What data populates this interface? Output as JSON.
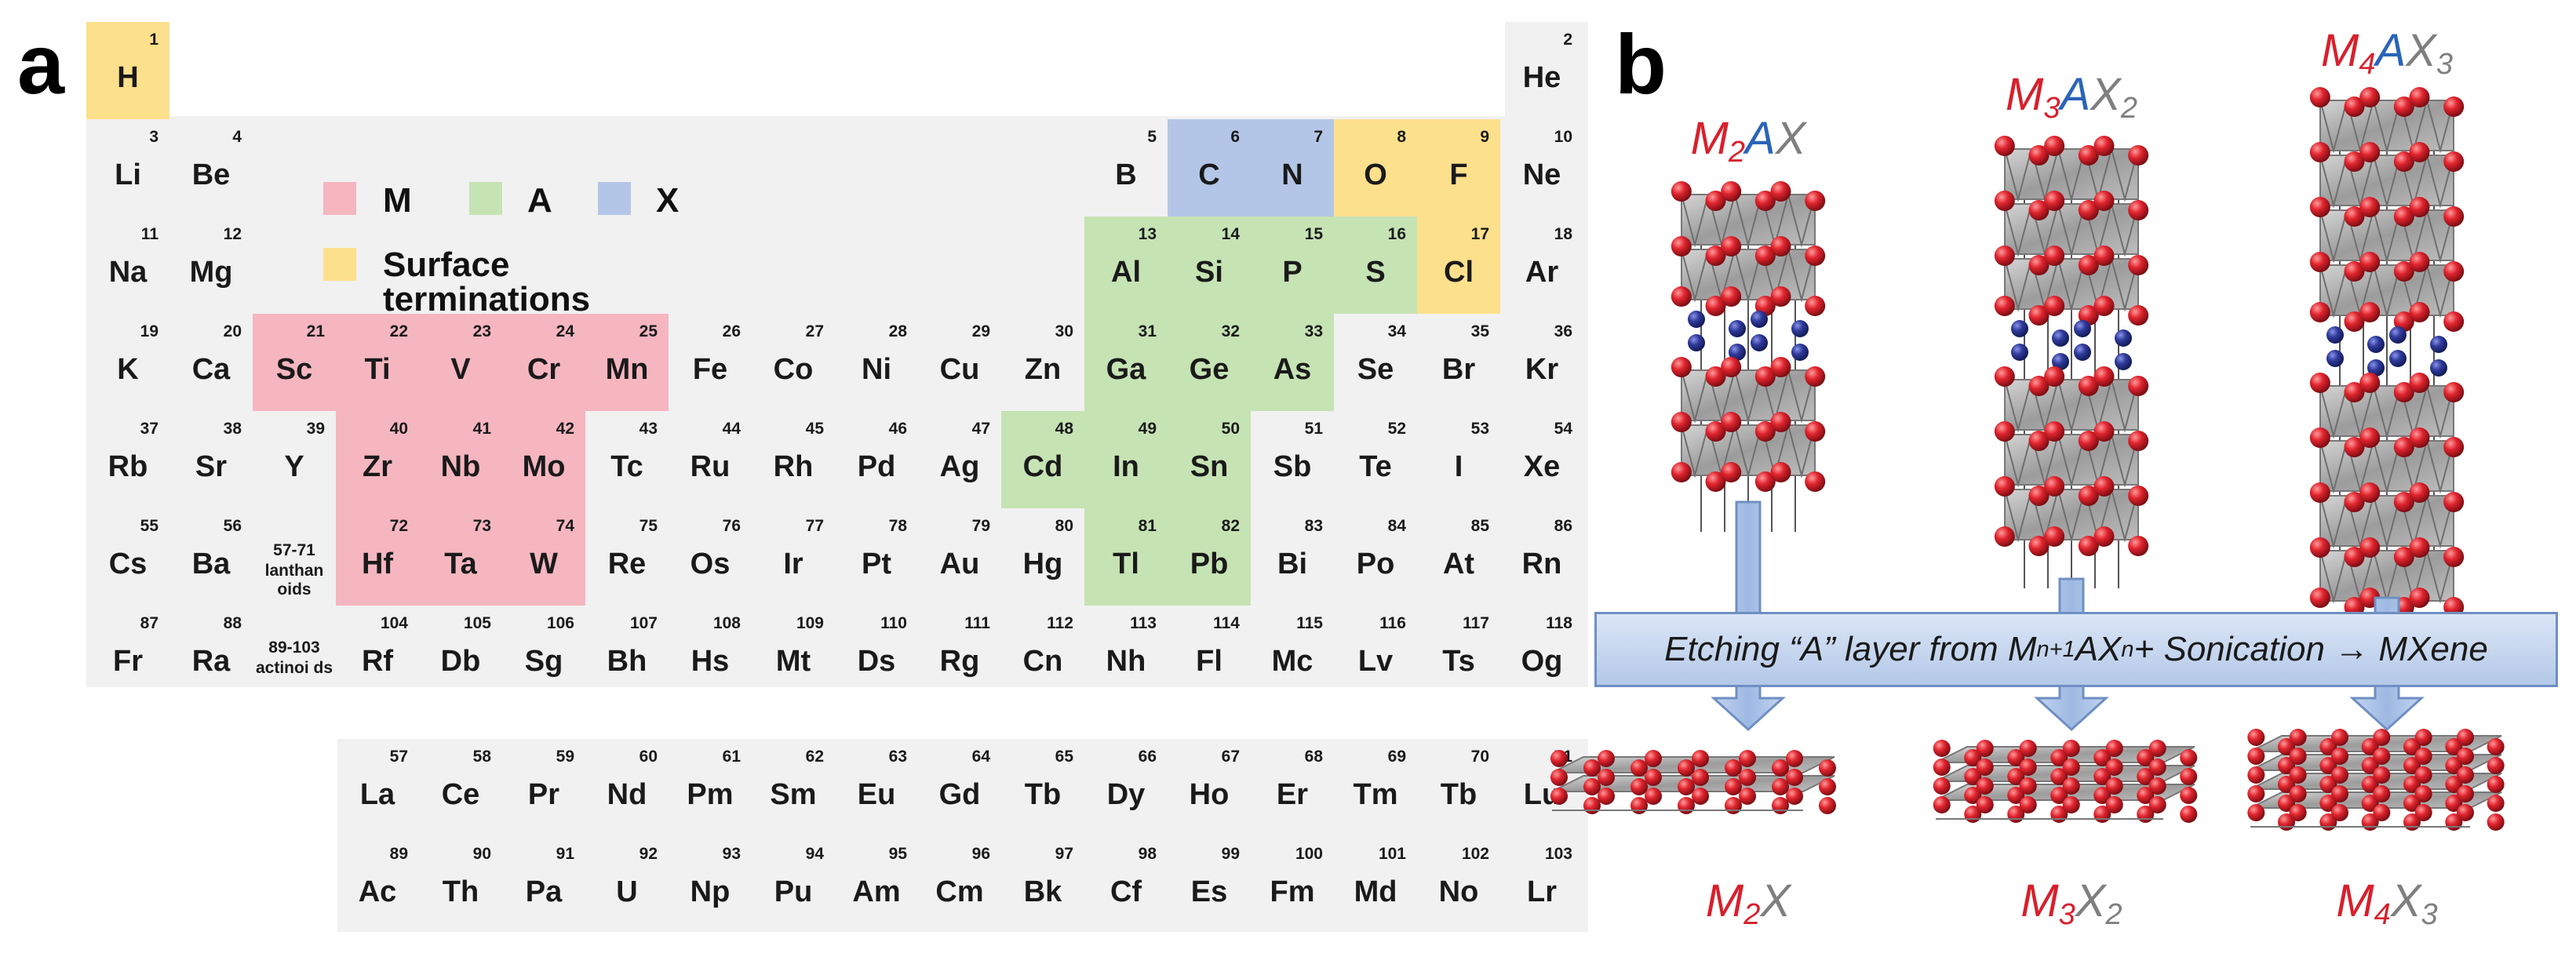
{
  "panels": {
    "a": "a",
    "b": "b"
  },
  "legend": [
    {
      "label": "M",
      "color": "#f5b6c0"
    },
    {
      "label": "A",
      "color": "#c6e3b4"
    },
    {
      "label": "X",
      "color": "#b4c6e7"
    },
    {
      "label": "Surface terminations",
      "color": "#fde08c"
    }
  ],
  "category_colors": {
    "M": "#f5b6c0",
    "A": "#c6e3b4",
    "X": "#b4c6e7",
    "T": "#fde08c",
    "none": "#f1f1f1"
  },
  "elements": [
    {
      "s": "H",
      "n": "1",
      "r": 1,
      "c": 1,
      "cat": "T"
    },
    {
      "s": "He",
      "n": "2",
      "r": 1,
      "c": 18,
      "cat": "none"
    },
    {
      "s": "Li",
      "n": "3",
      "r": 2,
      "c": 1,
      "cat": "none"
    },
    {
      "s": "Be",
      "n": "4",
      "r": 2,
      "c": 2,
      "cat": "none"
    },
    {
      "s": "B",
      "n": "5",
      "r": 2,
      "c": 13,
      "cat": "none"
    },
    {
      "s": "C",
      "n": "6",
      "r": 2,
      "c": 14,
      "cat": "X"
    },
    {
      "s": "N",
      "n": "7",
      "r": 2,
      "c": 15,
      "cat": "X"
    },
    {
      "s": "O",
      "n": "8",
      "r": 2,
      "c": 16,
      "cat": "T"
    },
    {
      "s": "F",
      "n": "9",
      "r": 2,
      "c": 17,
      "cat": "T"
    },
    {
      "s": "Ne",
      "n": "10",
      "r": 2,
      "c": 18,
      "cat": "none"
    },
    {
      "s": "Na",
      "n": "11",
      "r": 3,
      "c": 1,
      "cat": "none"
    },
    {
      "s": "Mg",
      "n": "12",
      "r": 3,
      "c": 2,
      "cat": "none"
    },
    {
      "s": "Al",
      "n": "13",
      "r": 3,
      "c": 13,
      "cat": "A"
    },
    {
      "s": "Si",
      "n": "14",
      "r": 3,
      "c": 14,
      "cat": "A"
    },
    {
      "s": "P",
      "n": "15",
      "r": 3,
      "c": 15,
      "cat": "A"
    },
    {
      "s": "S",
      "n": "16",
      "r": 3,
      "c": 16,
      "cat": "A"
    },
    {
      "s": "Cl",
      "n": "17",
      "r": 3,
      "c": 17,
      "cat": "T"
    },
    {
      "s": "Ar",
      "n": "18",
      "r": 3,
      "c": 18,
      "cat": "none"
    },
    {
      "s": "K",
      "n": "19",
      "r": 4,
      "c": 1,
      "cat": "none"
    },
    {
      "s": "Ca",
      "n": "20",
      "r": 4,
      "c": 2,
      "cat": "none"
    },
    {
      "s": "Sc",
      "n": "21",
      "r": 4,
      "c": 3,
      "cat": "M"
    },
    {
      "s": "Ti",
      "n": "22",
      "r": 4,
      "c": 4,
      "cat": "M"
    },
    {
      "s": "V",
      "n": "23",
      "r": 4,
      "c": 5,
      "cat": "M"
    },
    {
      "s": "Cr",
      "n": "24",
      "r": 4,
      "c": 6,
      "cat": "M"
    },
    {
      "s": "Mn",
      "n": "25",
      "r": 4,
      "c": 7,
      "cat": "M"
    },
    {
      "s": "Fe",
      "n": "26",
      "r": 4,
      "c": 8,
      "cat": "none"
    },
    {
      "s": "Co",
      "n": "27",
      "r": 4,
      "c": 9,
      "cat": "none"
    },
    {
      "s": "Ni",
      "n": "28",
      "r": 4,
      "c": 10,
      "cat": "none"
    },
    {
      "s": "Cu",
      "n": "29",
      "r": 4,
      "c": 11,
      "cat": "none"
    },
    {
      "s": "Zn",
      "n": "30",
      "r": 4,
      "c": 12,
      "cat": "none"
    },
    {
      "s": "Ga",
      "n": "31",
      "r": 4,
      "c": 13,
      "cat": "A"
    },
    {
      "s": "Ge",
      "n": "32",
      "r": 4,
      "c": 14,
      "cat": "A"
    },
    {
      "s": "As",
      "n": "33",
      "r": 4,
      "c": 15,
      "cat": "A"
    },
    {
      "s": "Se",
      "n": "34",
      "r": 4,
      "c": 16,
      "cat": "none"
    },
    {
      "s": "Br",
      "n": "35",
      "r": 4,
      "c": 17,
      "cat": "none"
    },
    {
      "s": "Kr",
      "n": "36",
      "r": 4,
      "c": 18,
      "cat": "none"
    },
    {
      "s": "Rb",
      "n": "37",
      "r": 5,
      "c": 1,
      "cat": "none"
    },
    {
      "s": "Sr",
      "n": "38",
      "r": 5,
      "c": 2,
      "cat": "none"
    },
    {
      "s": "Y",
      "n": "39",
      "r": 5,
      "c": 3,
      "cat": "none"
    },
    {
      "s": "Zr",
      "n": "40",
      "r": 5,
      "c": 4,
      "cat": "M"
    },
    {
      "s": "Nb",
      "n": "41",
      "r": 5,
      "c": 5,
      "cat": "M"
    },
    {
      "s": "Mo",
      "n": "42",
      "r": 5,
      "c": 6,
      "cat": "M"
    },
    {
      "s": "Tc",
      "n": "43",
      "r": 5,
      "c": 7,
      "cat": "none"
    },
    {
      "s": "Ru",
      "n": "44",
      "r": 5,
      "c": 8,
      "cat": "none"
    },
    {
      "s": "Rh",
      "n": "45",
      "r": 5,
      "c": 9,
      "cat": "none"
    },
    {
      "s": "Pd",
      "n": "46",
      "r": 5,
      "c": 10,
      "cat": "none"
    },
    {
      "s": "Ag",
      "n": "47",
      "r": 5,
      "c": 11,
      "cat": "none"
    },
    {
      "s": "Cd",
      "n": "48",
      "r": 5,
      "c": 12,
      "cat": "A"
    },
    {
      "s": "In",
      "n": "49",
      "r": 5,
      "c": 13,
      "cat": "A"
    },
    {
      "s": "Sn",
      "n": "50",
      "r": 5,
      "c": 14,
      "cat": "A"
    },
    {
      "s": "Sb",
      "n": "51",
      "r": 5,
      "c": 15,
      "cat": "none"
    },
    {
      "s": "Te",
      "n": "52",
      "r": 5,
      "c": 16,
      "cat": "none"
    },
    {
      "s": "I",
      "n": "53",
      "r": 5,
      "c": 17,
      "cat": "none"
    },
    {
      "s": "Xe",
      "n": "54",
      "r": 5,
      "c": 18,
      "cat": "none"
    },
    {
      "s": "Cs",
      "n": "55",
      "r": 6,
      "c": 1,
      "cat": "none"
    },
    {
      "s": "Ba",
      "n": "56",
      "r": 6,
      "c": 2,
      "cat": "none"
    },
    {
      "s": "Hf",
      "n": "72",
      "r": 6,
      "c": 4,
      "cat": "M"
    },
    {
      "s": "Ta",
      "n": "73",
      "r": 6,
      "c": 5,
      "cat": "M"
    },
    {
      "s": "W",
      "n": "74",
      "r": 6,
      "c": 6,
      "cat": "M"
    },
    {
      "s": "Re",
      "n": "75",
      "r": 6,
      "c": 7,
      "cat": "none"
    },
    {
      "s": "Os",
      "n": "76",
      "r": 6,
      "c": 8,
      "cat": "none"
    },
    {
      "s": "Ir",
      "n": "77",
      "r": 6,
      "c": 9,
      "cat": "none"
    },
    {
      "s": "Pt",
      "n": "78",
      "r": 6,
      "c": 10,
      "cat": "none"
    },
    {
      "s": "Au",
      "n": "79",
      "r": 6,
      "c": 11,
      "cat": "none"
    },
    {
      "s": "Hg",
      "n": "80",
      "r": 6,
      "c": 12,
      "cat": "none"
    },
    {
      "s": "Tl",
      "n": "81",
      "r": 6,
      "c": 13,
      "cat": "A"
    },
    {
      "s": "Pb",
      "n": "82",
      "r": 6,
      "c": 14,
      "cat": "A"
    },
    {
      "s": "Bi",
      "n": "83",
      "r": 6,
      "c": 15,
      "cat": "none"
    },
    {
      "s": "Po",
      "n": "84",
      "r": 6,
      "c": 16,
      "cat": "none"
    },
    {
      "s": "At",
      "n": "85",
      "r": 6,
      "c": 17,
      "cat": "none"
    },
    {
      "s": "Rn",
      "n": "86",
      "r": 6,
      "c": 18,
      "cat": "none"
    },
    {
      "s": "Fr",
      "n": "87",
      "r": 7,
      "c": 1,
      "cat": "none"
    },
    {
      "s": "Ra",
      "n": "88",
      "r": 7,
      "c": 2,
      "cat": "none"
    },
    {
      "s": "Rf",
      "n": "104",
      "r": 7,
      "c": 4,
      "cat": "none"
    },
    {
      "s": "Db",
      "n": "105",
      "r": 7,
      "c": 5,
      "cat": "none"
    },
    {
      "s": "Sg",
      "n": "106",
      "r": 7,
      "c": 6,
      "cat": "none"
    },
    {
      "s": "Bh",
      "n": "107",
      "r": 7,
      "c": 7,
      "cat": "none"
    },
    {
      "s": "Hs",
      "n": "108",
      "r": 7,
      "c": 8,
      "cat": "none"
    },
    {
      "s": "Mt",
      "n": "109",
      "r": 7,
      "c": 9,
      "cat": "none"
    },
    {
      "s": "Ds",
      "n": "110",
      "r": 7,
      "c": 10,
      "cat": "none"
    },
    {
      "s": "Rg",
      "n": "111",
      "r": 7,
      "c": 11,
      "cat": "none"
    },
    {
      "s": "Cn",
      "n": "112",
      "r": 7,
      "c": 12,
      "cat": "none"
    },
    {
      "s": "Nh",
      "n": "113",
      "r": 7,
      "c": 13,
      "cat": "none"
    },
    {
      "s": "Fl",
      "n": "114",
      "r": 7,
      "c": 14,
      "cat": "none"
    },
    {
      "s": "Mc",
      "n": "115",
      "r": 7,
      "c": 15,
      "cat": "none"
    },
    {
      "s": "Lv",
      "n": "116",
      "r": 7,
      "c": 16,
      "cat": "none"
    },
    {
      "s": "Ts",
      "n": "117",
      "r": 7,
      "c": 17,
      "cat": "none"
    },
    {
      "s": "Og",
      "n": "118",
      "r": 7,
      "c": 18,
      "cat": "none"
    },
    {
      "s": "La",
      "n": "57",
      "r": 8,
      "c": 4,
      "cat": "none"
    },
    {
      "s": "Ce",
      "n": "58",
      "r": 8,
      "c": 5,
      "cat": "none"
    },
    {
      "s": "Pr",
      "n": "59",
      "r": 8,
      "c": 6,
      "cat": "none"
    },
    {
      "s": "Nd",
      "n": "60",
      "r": 8,
      "c": 7,
      "cat": "none"
    },
    {
      "s": "Pm",
      "n": "61",
      "r": 8,
      "c": 8,
      "cat": "none"
    },
    {
      "s": "Sm",
      "n": "62",
      "r": 8,
      "c": 9,
      "cat": "none"
    },
    {
      "s": "Eu",
      "n": "63",
      "r": 8,
      "c": 10,
      "cat": "none"
    },
    {
      "s": "Gd",
      "n": "64",
      "r": 8,
      "c": 11,
      "cat": "none"
    },
    {
      "s": "Tb",
      "n": "65",
      "r": 8,
      "c": 12,
      "cat": "none"
    },
    {
      "s": "Dy",
      "n": "66",
      "r": 8,
      "c": 13,
      "cat": "none"
    },
    {
      "s": "Ho",
      "n": "67",
      "r": 8,
      "c": 14,
      "cat": "none"
    },
    {
      "s": "Er",
      "n": "68",
      "r": 8,
      "c": 15,
      "cat": "none"
    },
    {
      "s": "Tm",
      "n": "69",
      "r": 8,
      "c": 16,
      "cat": "none"
    },
    {
      "s": "Tb",
      "n": "70",
      "r": 8,
      "c": 17,
      "cat": "none"
    },
    {
      "s": "Lu",
      "n": "71",
      "r": 8,
      "c": 18,
      "cat": "none"
    },
    {
      "s": "Ac",
      "n": "89",
      "r": 9,
      "c": 4,
      "cat": "none"
    },
    {
      "s": "Th",
      "n": "90",
      "r": 9,
      "c": 5,
      "cat": "none"
    },
    {
      "s": "Pa",
      "n": "91",
      "r": 9,
      "c": 6,
      "cat": "none"
    },
    {
      "s": "U",
      "n": "92",
      "r": 9,
      "c": 7,
      "cat": "none"
    },
    {
      "s": "Np",
      "n": "93",
      "r": 9,
      "c": 8,
      "cat": "none"
    },
    {
      "s": "Pu",
      "n": "94",
      "r": 9,
      "c": 9,
      "cat": "none"
    },
    {
      "s": "Am",
      "n": "95",
      "r": 9,
      "c": 10,
      "cat": "none"
    },
    {
      "s": "Cm",
      "n": "96",
      "r": 9,
      "c": 11,
      "cat": "none"
    },
    {
      "s": "Bk",
      "n": "97",
      "r": 9,
      "c": 12,
      "cat": "none"
    },
    {
      "s": "Cf",
      "n": "98",
      "r": 9,
      "c": 13,
      "cat": "none"
    },
    {
      "s": "Es",
      "n": "99",
      "r": 9,
      "c": 14,
      "cat": "none"
    },
    {
      "s": "Fm",
      "n": "100",
      "r": 9,
      "c": 15,
      "cat": "none"
    },
    {
      "s": "Md",
      "n": "101",
      "r": 9,
      "c": 16,
      "cat": "none"
    },
    {
      "s": "No",
      "n": "102",
      "r": 9,
      "c": 17,
      "cat": "none"
    },
    {
      "s": "Lr",
      "n": "103",
      "r": 9,
      "c": 18,
      "cat": "none"
    }
  ],
  "placeholders": [
    {
      "n": "57-71",
      "text": "lanthan oids",
      "r": 6,
      "c": 3
    },
    {
      "n": "89-103",
      "text": "actinoi ds",
      "r": 7,
      "c": 3
    }
  ],
  "structures": [
    {
      "formula_top": [
        {
          "t": "M",
          "k": "M"
        },
        {
          "t": "2",
          "k": "M",
          "sub": true
        },
        {
          "t": "A",
          "k": "A"
        },
        {
          "t": "X",
          "k": "X"
        }
      ],
      "formula_bottom": [
        {
          "t": "M",
          "k": "M"
        },
        {
          "t": "2",
          "k": "M",
          "sub": true
        },
        {
          "t": "X",
          "k": "X"
        }
      ]
    },
    {
      "formula_top": [
        {
          "t": "M",
          "k": "M"
        },
        {
          "t": "3",
          "k": "M",
          "sub": true
        },
        {
          "t": "A",
          "k": "A"
        },
        {
          "t": "X",
          "k": "X"
        },
        {
          "t": "2",
          "k": "X",
          "sub": true
        }
      ],
      "formula_bottom": [
        {
          "t": "M",
          "k": "M"
        },
        {
          "t": "3",
          "k": "M",
          "sub": true
        },
        {
          "t": "X",
          "k": "X"
        },
        {
          "t": "2",
          "k": "X",
          "sub": true
        }
      ]
    },
    {
      "formula_top": [
        {
          "t": "M",
          "k": "M"
        },
        {
          "t": "4",
          "k": "M",
          "sub": true
        },
        {
          "t": "A",
          "k": "A"
        },
        {
          "t": "X",
          "k": "X"
        },
        {
          "t": "3",
          "k": "X",
          "sub": true
        }
      ],
      "formula_bottom": [
        {
          "t": "M",
          "k": "M"
        },
        {
          "t": "4",
          "k": "M",
          "sub": true
        },
        {
          "t": "X",
          "k": "X"
        },
        {
          "t": "3",
          "k": "X",
          "sub": true
        }
      ]
    }
  ],
  "banner": {
    "pre": "Etching “A” layer from M",
    "sub1": "n+1",
    "mid": "AX",
    "sub2": "n",
    "post": " + Sonication → MXene"
  },
  "colors": {
    "atom_red": "#d8202c",
    "atom_blue": "#2f3a9a",
    "octahedron_gray": "#a6a6a6",
    "formula_M": "#d8202c",
    "formula_A": "#2a64b8",
    "formula_X": "#7f7f7f",
    "arrow_fill": "#a9c2e6"
  }
}
